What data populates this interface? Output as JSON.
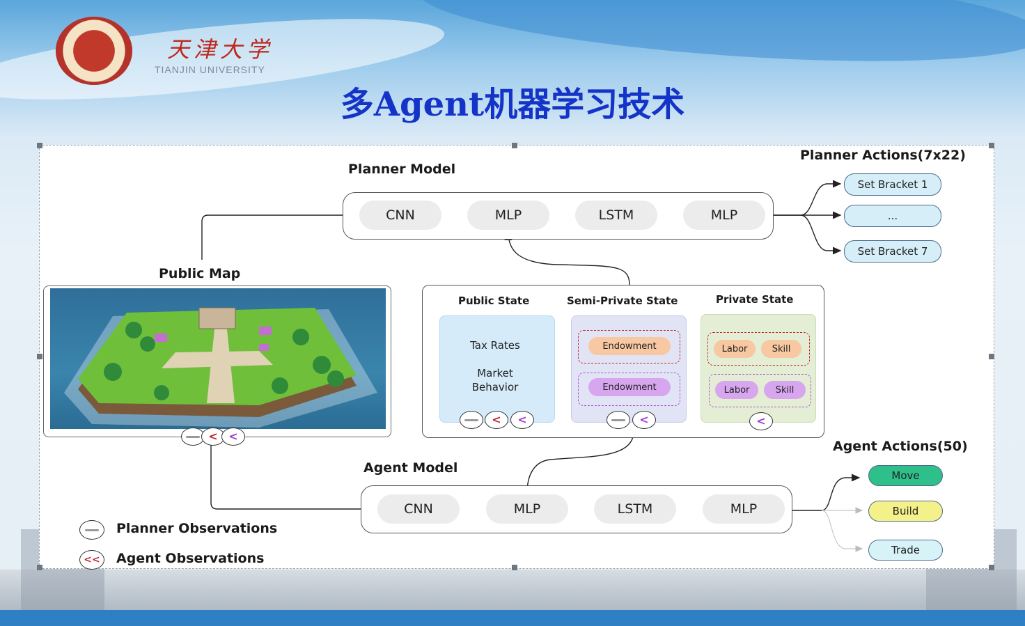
{
  "header": {
    "logo_cn": "天津大学",
    "logo_en": "TIANJIN UNIVERSITY",
    "title": "多Agent机器学习技术"
  },
  "diagram": {
    "planner_model": {
      "label": "Planner Model",
      "stages": [
        "CNN",
        "MLP",
        "LSTM",
        "MLP"
      ]
    },
    "agent_model": {
      "label": "Agent Model",
      "stages": [
        "CNN",
        "MLP",
        "LSTM",
        "MLP"
      ]
    },
    "planner_actions": {
      "label": "Planner Actions(7x22)",
      "items": [
        "Set Bracket 1",
        "...",
        "Set Bracket 7"
      ]
    },
    "agent_actions": {
      "label": "Agent Actions(50)",
      "items": [
        "Move",
        "Build",
        "Trade"
      ],
      "colors": [
        "#2fbf8a",
        "#f4f08a",
        "#d8f3f7"
      ]
    },
    "public_map": {
      "label": "Public Map"
    },
    "states": {
      "public": {
        "title": "Public State",
        "line1": "Tax Rates",
        "line2": "Market",
        "line3": "Behavior"
      },
      "semi_private": {
        "title": "Semi-Private State",
        "tag1": "Endowment",
        "tag2": "Endowment"
      },
      "private": {
        "title": "Private State",
        "labor1": "Labor",
        "skill1": "Skill",
        "labor2": "Labor",
        "skill2": "Skill"
      }
    },
    "legend": {
      "planner_obs": "Planner Observations",
      "agent_obs": "Agent Observations"
    },
    "obs_symbol": "<",
    "obs_symbol_double": "<<"
  }
}
